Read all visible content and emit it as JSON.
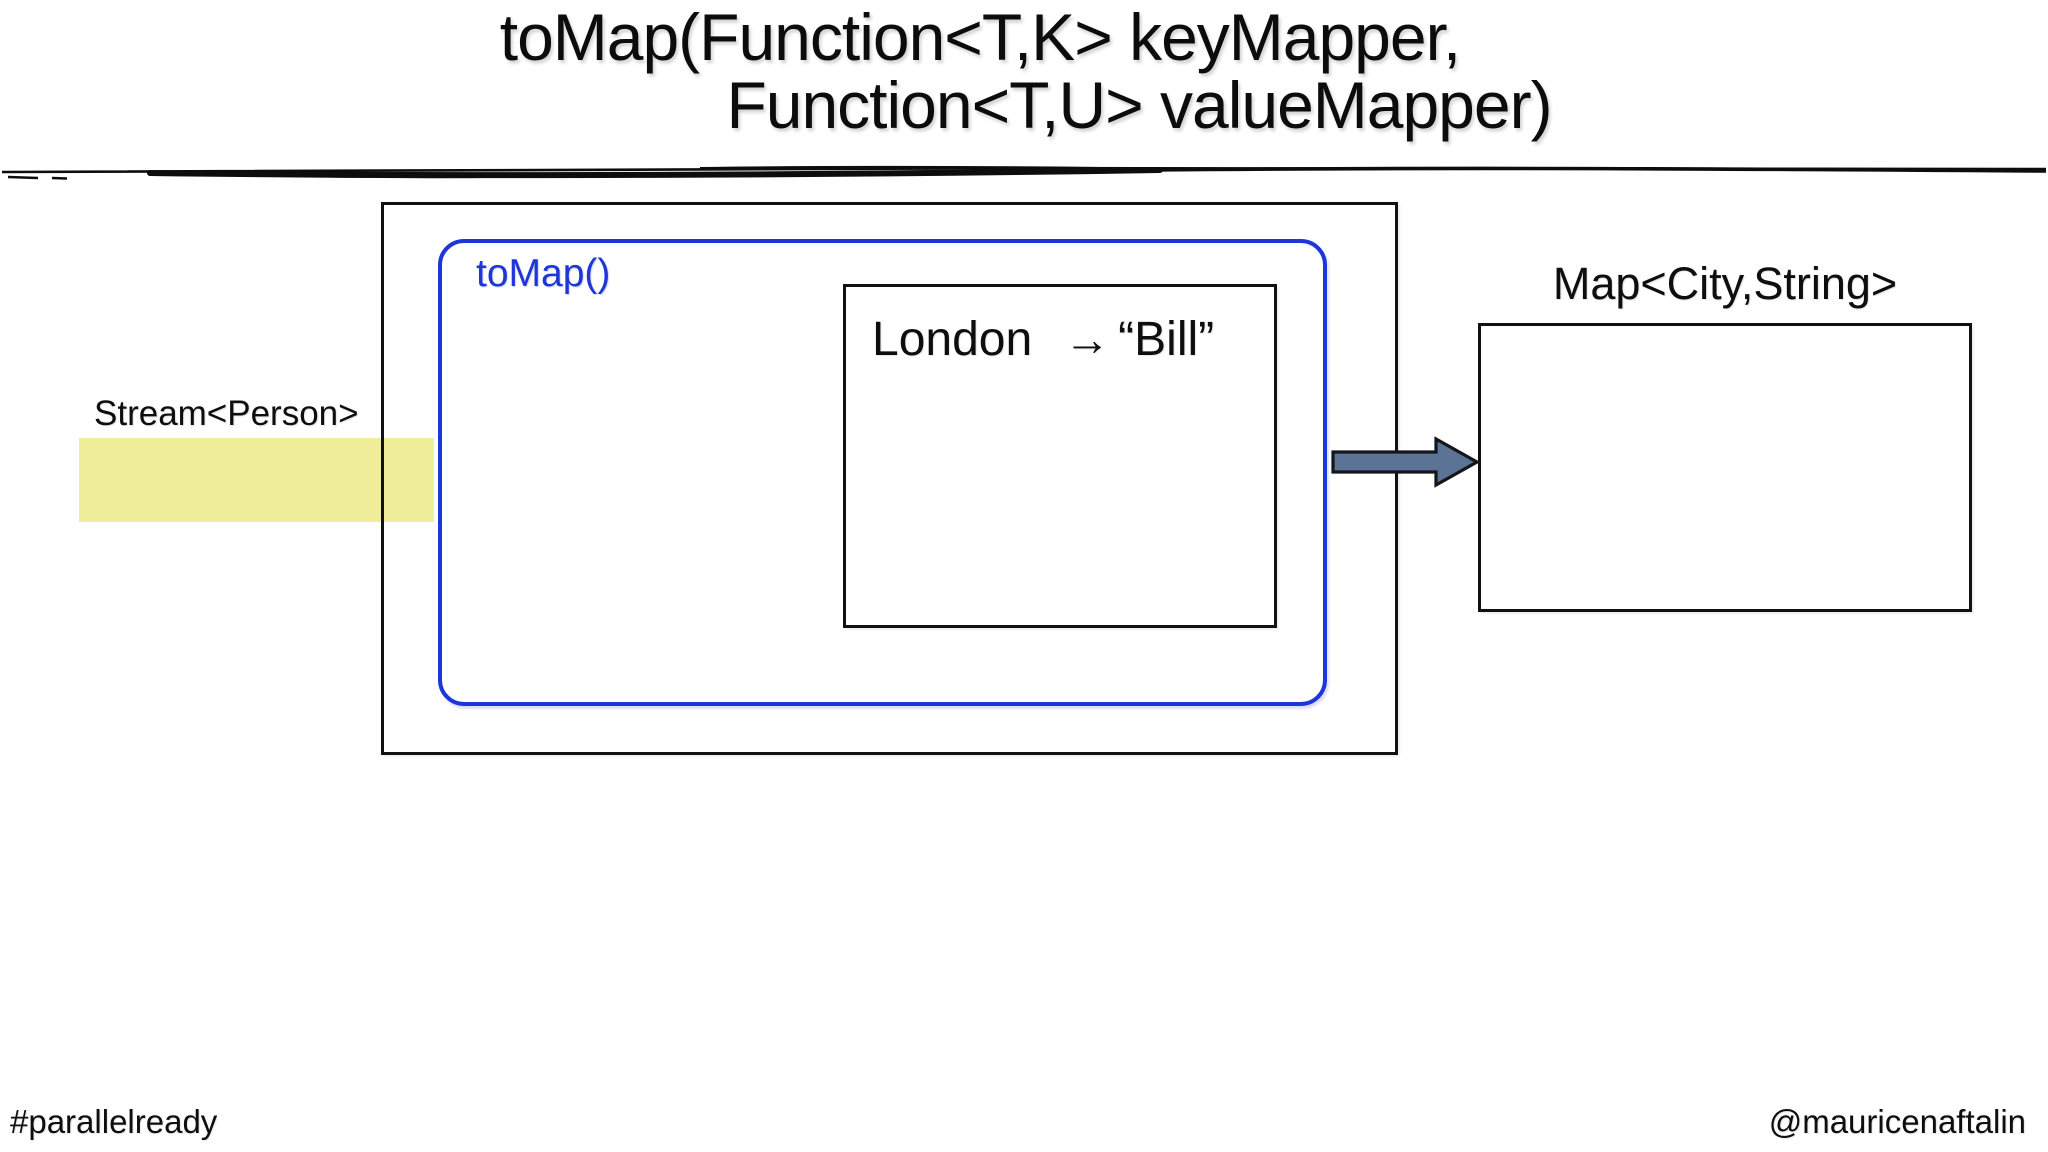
{
  "slide": {
    "title_line1": "toMap(Function<T,K> keyMapper,",
    "title_line2": "Function<T,U> valueMapper)",
    "stream_label": "Stream<Person>",
    "collector_label": "toMap()",
    "entry": {
      "key": "London",
      "arrow": "→",
      "value": "“Bill”"
    },
    "map_label": "Map<City,String>",
    "footer_left": "#parallelready",
    "footer_right": "@mauricenaftalin",
    "colors": {
      "accent_blue": "#1E36D8",
      "highlight_yellow": "#F1EE9B",
      "flow_arrow_fill": "#5B7394",
      "line_black": "#111111"
    },
    "icons": {
      "divider": "hand-drawn-horizontal-rule",
      "flow_arrow": "right-arrow",
      "entry_arrow": "maps-to-arrow"
    }
  }
}
